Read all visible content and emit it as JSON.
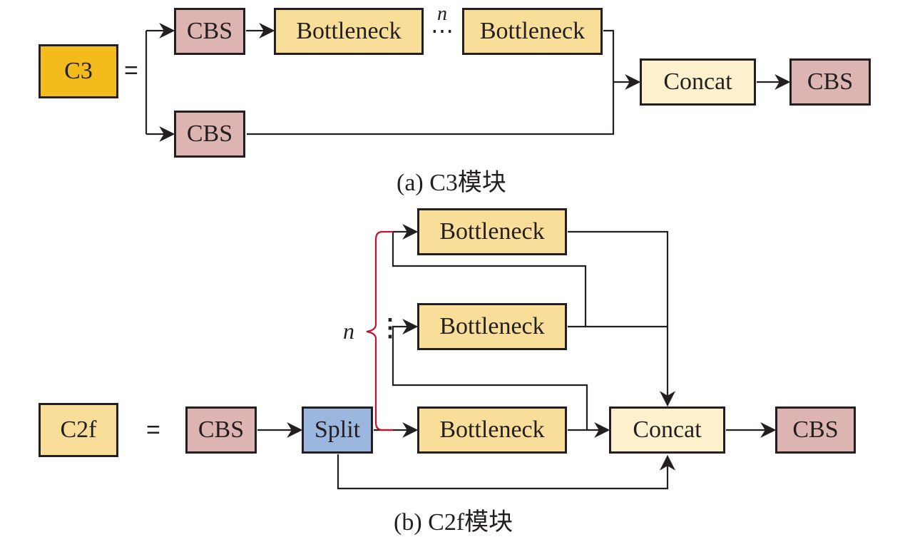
{
  "colors": {
    "cbs": "#dcb4b1",
    "bottleneck": "#f8de98",
    "c3": "#f3bb1b",
    "c2f": "#f8de98",
    "concat": "#fdf1cd",
    "split": "#9bb6df",
    "line": "#231f20",
    "brace": "#c8102e"
  },
  "part_a": {
    "module_label": "C3",
    "equals": "=",
    "cbs_top": "CBS",
    "bottleneck_first": "Bottleneck",
    "repeat_dots": "⋯",
    "repeat_n": "n",
    "bottleneck_last": "Bottleneck",
    "cbs_bottom": "CBS",
    "concat": "Concat",
    "cbs_out": "CBS",
    "caption": "(a) C3模块"
  },
  "part_b": {
    "module_label": "C2f",
    "equals": "=",
    "cbs_in": "CBS",
    "split": "Split",
    "bottleneck_top": "Bottleneck",
    "bottleneck_mid": "Bottleneck",
    "bottleneck_bottom": "Bottleneck",
    "brace_n": "n",
    "vdots": "⋮",
    "concat": "Concat",
    "cbs_out": "CBS",
    "caption": "(b) C2f模块"
  }
}
